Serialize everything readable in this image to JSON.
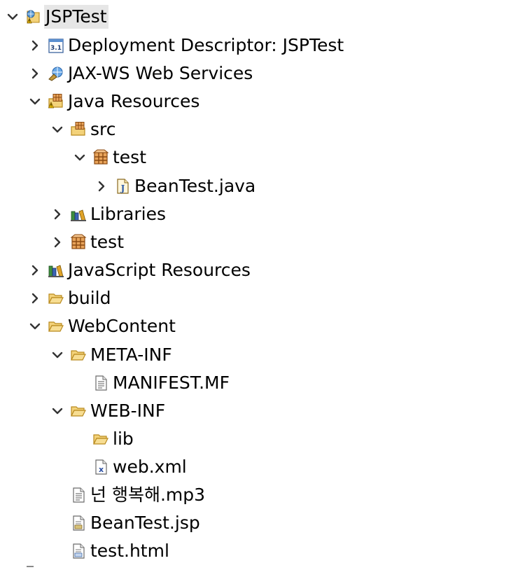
{
  "tree": {
    "items": [
      {
        "label": "JSPTest",
        "expanded": true,
        "icon": "web-project-icon"
      },
      {
        "label": "Deployment Descriptor: JSPTest",
        "expanded": false,
        "icon": "deployment-descriptor-icon"
      },
      {
        "label": "JAX-WS Web Services",
        "expanded": false,
        "icon": "web-services-icon"
      },
      {
        "label": "Java Resources",
        "expanded": true,
        "icon": "java-resources-icon"
      },
      {
        "label": "src",
        "expanded": true,
        "icon": "source-folder-icon"
      },
      {
        "label": "test",
        "expanded": true,
        "icon": "package-icon"
      },
      {
        "label": "BeanTest.java",
        "expanded": false,
        "icon": "java-file-icon"
      },
      {
        "label": "Libraries",
        "expanded": false,
        "icon": "libraries-icon"
      },
      {
        "label": "test",
        "expanded": false,
        "icon": "package-icon"
      },
      {
        "label": "JavaScript Resources",
        "expanded": false,
        "icon": "javascript-resources-icon"
      },
      {
        "label": "build",
        "expanded": false,
        "icon": "folder-icon"
      },
      {
        "label": "WebContent",
        "expanded": true,
        "icon": "folder-icon"
      },
      {
        "label": "META-INF",
        "expanded": true,
        "icon": "folder-icon"
      },
      {
        "label": "MANIFEST.MF",
        "icon": "text-file-icon"
      },
      {
        "label": "WEB-INF",
        "expanded": true,
        "icon": "folder-icon"
      },
      {
        "label": "lib",
        "icon": "folder-icon"
      },
      {
        "label": "web.xml",
        "icon": "xml-file-icon"
      },
      {
        "label": "넌 행복해.mp3",
        "icon": "text-file-icon"
      },
      {
        "label": "BeanTest.jsp",
        "icon": "jsp-file-icon"
      },
      {
        "label": "test.html",
        "icon": "html-file-icon"
      }
    ]
  },
  "colors": {
    "selection": "#e6e6e6",
    "chevron": "#333333",
    "folder": "#e8b342",
    "package": "#b86e1c"
  }
}
